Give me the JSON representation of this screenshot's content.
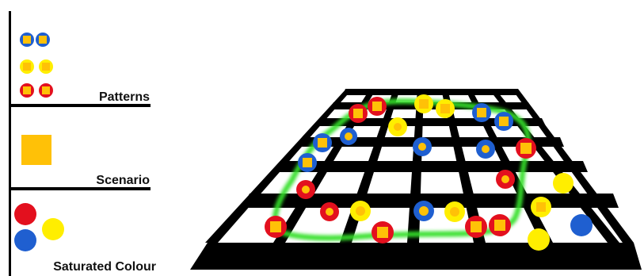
{
  "legend": {
    "sections": [
      {
        "label": "Patterns",
        "swatches": [
          "pattern-blue-token-icon",
          "pattern-yellow-token-icon",
          "pattern-red-token-icon"
        ]
      },
      {
        "label": "Scenario",
        "swatches": [
          "scenario-square-icon"
        ]
      },
      {
        "label": "Saturated Colour",
        "swatches": [
          "saturated-red-dot-icon",
          "saturated-yellow-dot-icon",
          "saturated-blue-dot-icon"
        ]
      }
    ]
  },
  "colors": {
    "red": "#e3101e",
    "yellow": "#ffee00",
    "blue": "#1f5fd0",
    "square": "#ffc107",
    "path": "#36e02a",
    "grid": "#000000"
  }
}
